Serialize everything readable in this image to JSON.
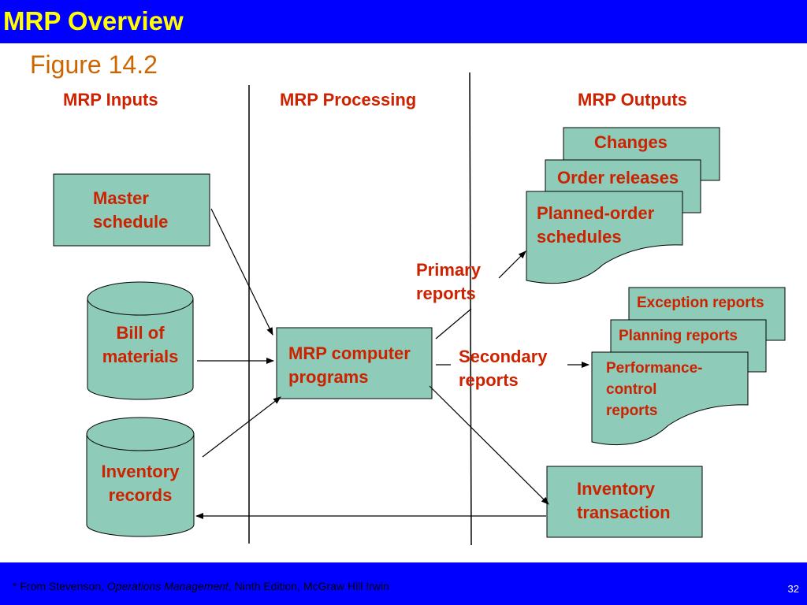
{
  "title": "MRP Overview",
  "subtitle": "Figure 14.2",
  "columns": {
    "inputs": "MRP Inputs",
    "processing": "MRP Processing",
    "outputs": "MRP Outputs"
  },
  "inputs": {
    "master_schedule": [
      "Master",
      "schedule"
    ],
    "bill_of_materials": [
      "Bill of",
      "materials"
    ],
    "inventory_records": [
      "Inventory",
      "records"
    ]
  },
  "processing": {
    "mrp_programs": [
      "MRP computer",
      "programs"
    ],
    "primary_reports": [
      "Primary",
      "reports"
    ],
    "secondary_reports": [
      "Secondary",
      "reports"
    ]
  },
  "outputs": {
    "primary": {
      "changes": "Changes",
      "order_releases": "Order releases",
      "planned_order_schedules": [
        "Planned-order",
        "schedules"
      ]
    },
    "secondary": {
      "exception_reports": "Exception reports",
      "planning_reports": "Planning reports",
      "performance_control_reports": [
        "Performance-",
        "control",
        "reports"
      ]
    },
    "inventory_transaction": [
      "Inventory",
      "transaction"
    ]
  },
  "footer": {
    "prefix": "* From Stevenson, ",
    "book_title": "Operations Management",
    "suffix": ", Ninth Edition, McGraw Hill Irwin",
    "page_number": "32"
  },
  "colors": {
    "title_bar": "#0000ff",
    "title_text": "#ffff00",
    "subtitle_text": "#cc6600",
    "label_text": "#cc2200",
    "box_fill": "#8ecbb8"
  }
}
